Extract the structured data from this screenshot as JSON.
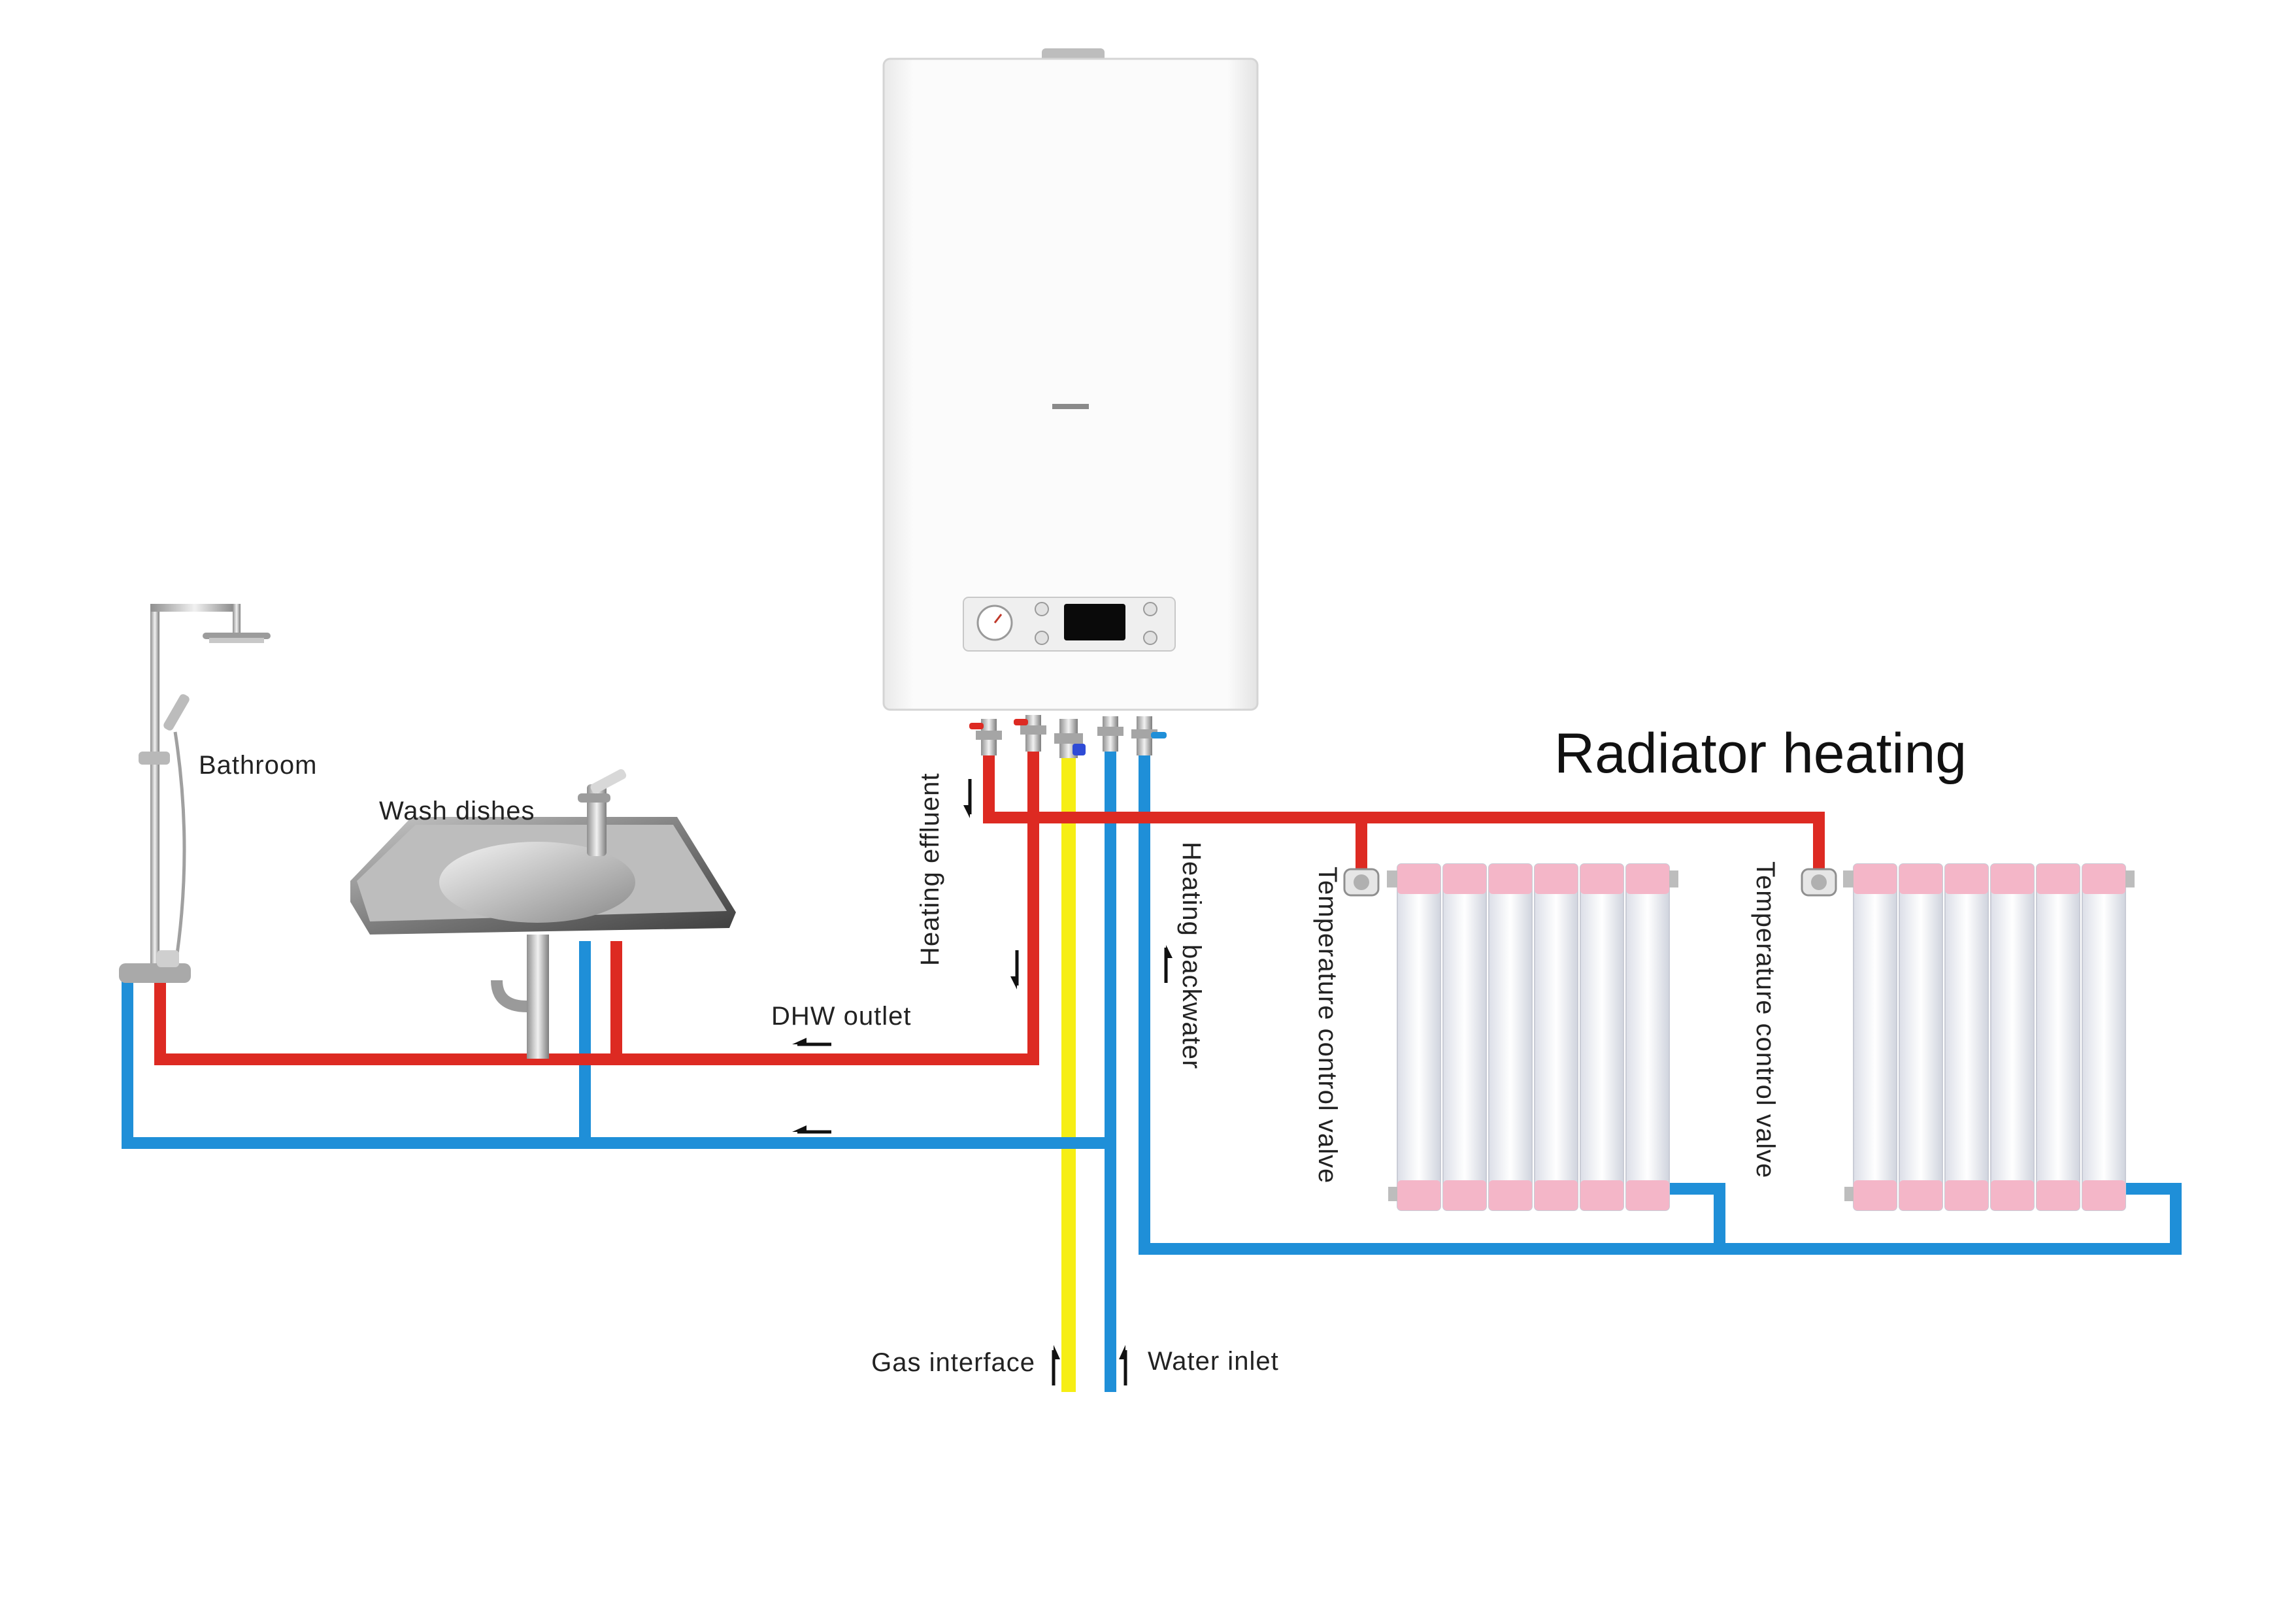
{
  "title": "Radiator heating",
  "labels": {
    "bathroom": "Bathroom",
    "wash_dishes": "Wash dishes",
    "dhw_outlet": "DHW outlet",
    "heating_effluent": "Heating  effluent",
    "heating_backwater": "Heating  backwater",
    "temp_valve_1": "Temperature control valve",
    "temp_valve_2": "Temperature control valve",
    "gas_interface": "Gas interface",
    "water_inlet": "Water inlet"
  },
  "colors": {
    "hot_pipe": "#dd2a22",
    "cold_pipe": "#1f8fd8",
    "gas_pipe": "#f6ee14",
    "radiator_body": "#eef0f6",
    "radiator_cap": "#f4b6c8",
    "boiler_body": "#f7f7f7",
    "display": "#0a0a0a"
  },
  "icons": {
    "shower": "shower-icon",
    "sink": "sink-icon",
    "boiler": "boiler-icon",
    "radiator": "radiator-icon",
    "valve": "valve-icon",
    "flow_arrow": "arrow-icon"
  }
}
